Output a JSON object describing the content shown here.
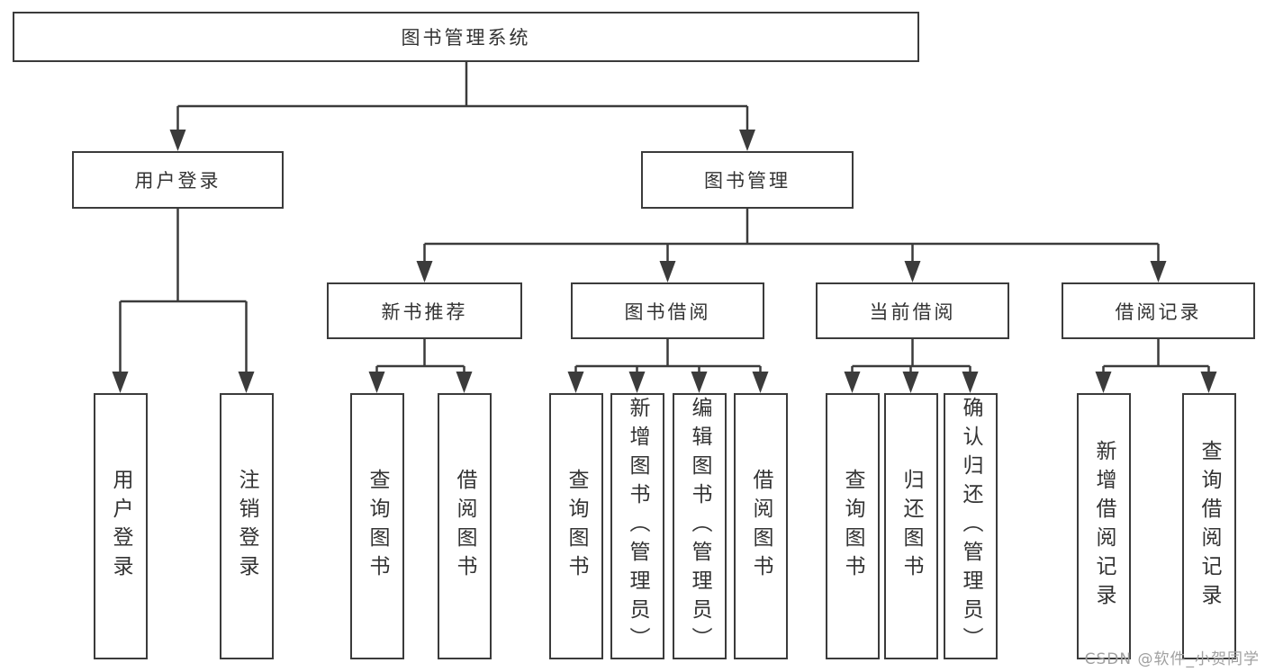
{
  "tree": {
    "root": {
      "label": "图书管理系统"
    },
    "login": {
      "label": "用户登录",
      "children": [
        {
          "label": "用户登录"
        },
        {
          "label": "注销登录"
        }
      ]
    },
    "mgmt": {
      "label": "图书管理",
      "groups": [
        {
          "label": "新书推荐",
          "children": [
            {
              "label": "查询图书"
            },
            {
              "label": "借阅图书"
            }
          ]
        },
        {
          "label": "图书借阅",
          "children": [
            {
              "label": "查询图书"
            },
            {
              "label": "新增图书（管理员）"
            },
            {
              "label": "编辑图书（管理员）"
            },
            {
              "label": "借阅图书"
            }
          ]
        },
        {
          "label": "当前借阅",
          "children": [
            {
              "label": "查询图书"
            },
            {
              "label": "归还图书"
            },
            {
              "label": "确认归还（管理员）"
            }
          ]
        },
        {
          "label": "借阅记录",
          "children": [
            {
              "label": "新增借阅记录"
            },
            {
              "label": "查询借阅记录"
            }
          ]
        }
      ]
    }
  },
  "watermark": {
    "text": "CSDN @软件_小贺同学"
  },
  "colors": {
    "line": "#3b3b3b",
    "text": "#333333",
    "watermark": "#a0a0a0",
    "background": "#ffffff"
  }
}
